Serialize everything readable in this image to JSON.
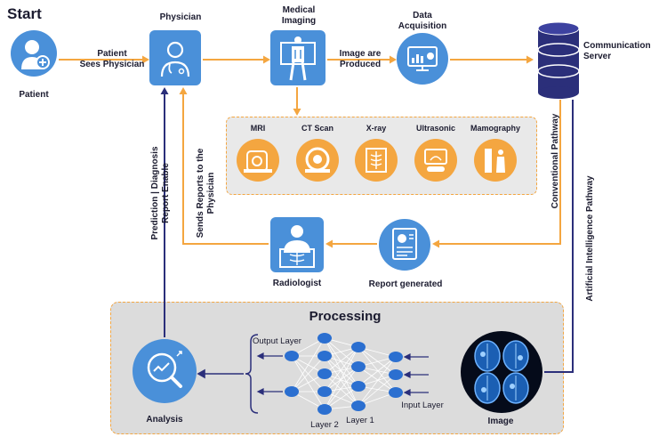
{
  "start": "Start",
  "nodes": {
    "patient": "Patient",
    "physician": "Physician",
    "medical_imaging": "Medical\nImaging",
    "data_acquisition": "Data\nAcquisition",
    "communication_server": "Communication\nServer",
    "radiologist": "Radiologist",
    "report_generated": "Report generated",
    "analysis": "Analysis",
    "image": "Image"
  },
  "edges": {
    "patient_sees_physician": "Patient\nSees Physician",
    "image_produced": "Image are\nProduced",
    "prediction": "Prediction | Diagnosis\nReport Enable",
    "sends_reports": "Sends Reports to the\nPhysician",
    "conventional": "Conventional Pathway",
    "ai_pathway": "Artificial Intelligence Pathway"
  },
  "modalities": [
    "MRI",
    "CT Scan",
    "X-ray",
    "Ultrasonic",
    "Mamography"
  ],
  "processing": {
    "title": "Processing",
    "output_layer": "Output Layer",
    "layer2": "Layer 2",
    "layer1": "Layer 1",
    "input_layer": "Input Layer"
  },
  "colors": {
    "accent": "#f4a640",
    "node_blue": "#4a90d9",
    "dark_blue": "#2b2f7a"
  }
}
